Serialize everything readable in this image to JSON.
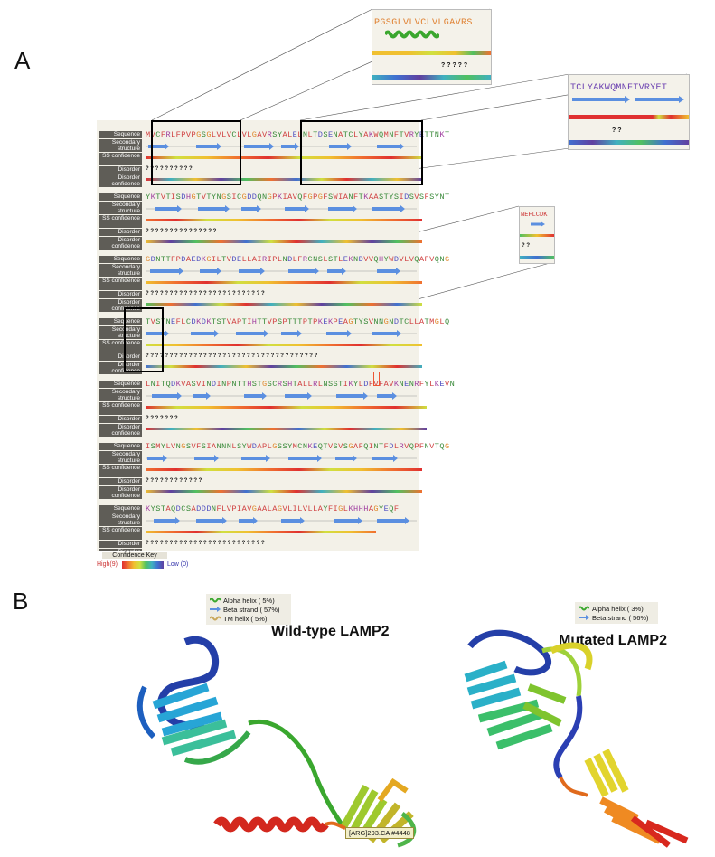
{
  "panels": {
    "a": "A",
    "b": "B"
  },
  "row_labels": {
    "sequence": "Sequence",
    "secondary": "Secondary structure",
    "ss_conf": "SS confidence",
    "disorder": "Disorder",
    "disorder_conf": "Disorder confidence"
  },
  "sequence_blocks": [
    {
      "seq": "MVCFRLFPVPGSGLVLVCLVLGAVRSYALELNLTDSENATCLYAKWQMNFTVRYETTNKT",
      "disorder": "? ? ?                                   ? ?  ?               ?     ?            ? ?"
    },
    {
      "seq": "YKTVTISDHGTVTYNGSICGDDQNGPKIAVQFGPGFSWIANFTKAASTYSIDSVSFSYNT",
      "disorder": "          ? ? ? ? ? ? ? ? ? ? ? ? ? ? ?"
    },
    {
      "seq": "GDNTTFPDAEDKGILTVDELLAIRIPLNDLFRCNSLSTLEKNDVVQHYWDVLVQAFVQNG",
      "disorder": "  ? ? ?   ?   ? ? ? ? ? ? ? ? ? ? ? ? ? ? ? ? ? ?                          ? ? ?"
    },
    {
      "seq": "TVSTNEFLCDKDKTSTVAPTIHTTVPSPTTTPTPKEKPEAGTYSVNNGNDTCLLATMGLQ",
      "disorder": "? ? ? ? ? ? ? ? ? ? ? ? ? ? ? ? ? ? ? ? ? ? ? ? ? ? ? ? ? ? ? ? ? ? ?                ?"
    },
    {
      "seq": "LNITQDKVASVINDINPNTTHSTGSCRSHTALLRLNSSTIKYLDFVFAVKNENRFYLKEVN",
      "disorder": "                              ? ? ?   ?  ? ?                       ?"
    },
    {
      "seq": "ISMYLVNGSVFSIANNNLSYWDAPLGSSYMCNKEQTVSVSGAFQINTFDLRVQPFNVTQG",
      "disorder": "         ? ? ? ? ?  ? ?   ?                                      ? ? ? ?"
    },
    {
      "seq": "KYSTAQDCSADDDNFLVPIAVGAALAGVLILVLLAYFIGLKHHHAGYEQF",
      "disorder": "? ? ? ? ? ? ? ? ? ? ? ? ? ? ?                    ? ? ? ? ? ? ? ? ? ?"
    }
  ],
  "zooms": [
    {
      "seq": "PGSGLVLVCLVLGAVRS",
      "disorder": "? ? ? ?   ?"
    },
    {
      "seq": "TCLYAKWQMNFTVRYET",
      "disorder": "?                           ?"
    },
    {
      "seq": "NEFLCDK",
      "disorder": "? ?"
    }
  ],
  "confidence_key": {
    "title": "Confidence Key",
    "high": "High(9)",
    "low": "Low (0)"
  },
  "legend_wt": {
    "alpha": "Alpha helix ( 5%)",
    "beta": "Beta strand ( 57%)",
    "tm": "TM helix ( 5%)"
  },
  "legend_mut": {
    "alpha": "Alpha helix ( 3%)",
    "beta": "Beta strand ( 56%)"
  },
  "structures": {
    "wildtype_title": "Wild-type LAMP2",
    "mutated_title": "Mutated LAMP2",
    "selection_label": "[ARG]293.CA #4448"
  },
  "colors": {
    "helix": "#3aa72e",
    "strand": "#5b8fe0",
    "tm_helix": "#c9a75a",
    "panel_bg": "#f3f1e8",
    "label_bg": "#5f5d57"
  }
}
